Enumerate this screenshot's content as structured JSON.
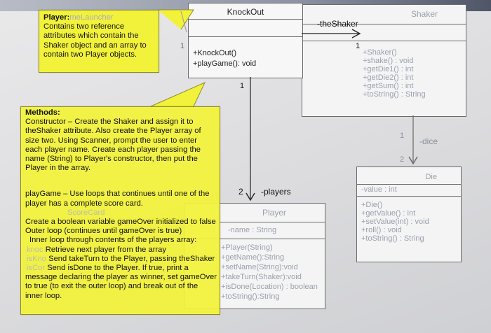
{
  "knockout": {
    "title": "KnockOut",
    "methods": [
      "+KnockOut()",
      "+playGame(): void"
    ]
  },
  "shaker": {
    "title": "Shaker",
    "methods": [
      "+Shaker()",
      "+shake() : void",
      "+getDie1() : int",
      "+getDie2() : int",
      "+getSum() : int",
      "+toString() : String"
    ]
  },
  "die": {
    "title": "Die",
    "attributes": [
      "-value : int"
    ],
    "methods": [
      "+Die()",
      "+getValue() : int",
      "+setValue(int) : void",
      "+roll() : void",
      "+toString() : String"
    ]
  },
  "player": {
    "title": "Player",
    "attributes": [
      "ScoreCard",
      "-name : String"
    ],
    "methods": [
      "+Player(String)",
      "+getName():String",
      "+setName(String):void",
      "+takeTurn(Shaker):void",
      "+isDone(Location) : boolean",
      "+toString():String"
    ]
  },
  "associations": {
    "the_shaker_role": "-theShaker",
    "the_shaker_mult_left": "1",
    "the_shaker_mult_right": "1",
    "knockout_mult": "1",
    "dice_role": "-dice",
    "dice_mult_top": "1",
    "dice_mult_bottom": "2",
    "players_role": "-players",
    "players_mult": "2"
  },
  "note_player": {
    "title": "Player:",
    "ghost": "meLauncher",
    "lines": [
      "Contains two reference",
      "attributes which contain the",
      "Shaker object and an array to",
      "contain two Player objects."
    ]
  },
  "note_methods": {
    "heading": "Methods:",
    "constructor_lines": [
      "Constructor – Create the Shaker and assign it to",
      "theShaker attribute. Also create the Player array of",
      "size two. Using Scanner, prompt the user to enter",
      "each player name. Create each player passing the",
      "name (String) to Player's constructor, then put the",
      "Player in the array."
    ],
    "playgame_lines": [
      "playGame – Use loops that continues until one of the",
      "player has a complete score card.",
      "Create a boolean variable gameOver initialized to false",
      "Outer loop (continues until gameOver is true)",
      "Inner loop through contents of the players array:",
      "Retrieve next player from the array",
      "Send takeTurn to the Player, passing theShaker",
      "Send isDone to the Player. If true, print a",
      "message declaring the player as winner, set gameOver",
      "to true (to exit the outer loop) and break out of the",
      "inner loop."
    ],
    "ghost_prefixes": [
      "knoc",
      "isKno",
      "isCor"
    ]
  }
}
